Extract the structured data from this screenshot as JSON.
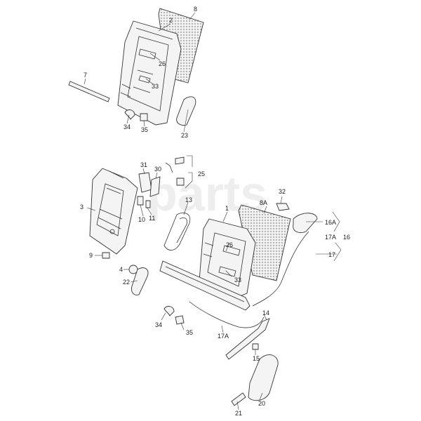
{
  "watermark": "parts",
  "labels": {
    "l8": "8",
    "l2": "2",
    "l7": "7",
    "l26a": "26",
    "l33a": "33",
    "l34a": "34",
    "l35a": "35",
    "l23": "23",
    "l31": "31",
    "l30": "30",
    "l25": "25",
    "l3": "3",
    "l11": "11",
    "l10": "10",
    "l13": "13",
    "l32": "32",
    "l8A": "8A",
    "l1": "1",
    "l16A": "16A",
    "l17A_r": "17A",
    "l16": "16",
    "l17": "17",
    "l9": "9",
    "l4": "4",
    "l22": "22",
    "l26b": "26",
    "l33b": "33",
    "l34b": "34",
    "l35b": "35",
    "l14": "14",
    "l17A_b": "17A",
    "l15": "15",
    "l21": "21",
    "l20": "20"
  }
}
